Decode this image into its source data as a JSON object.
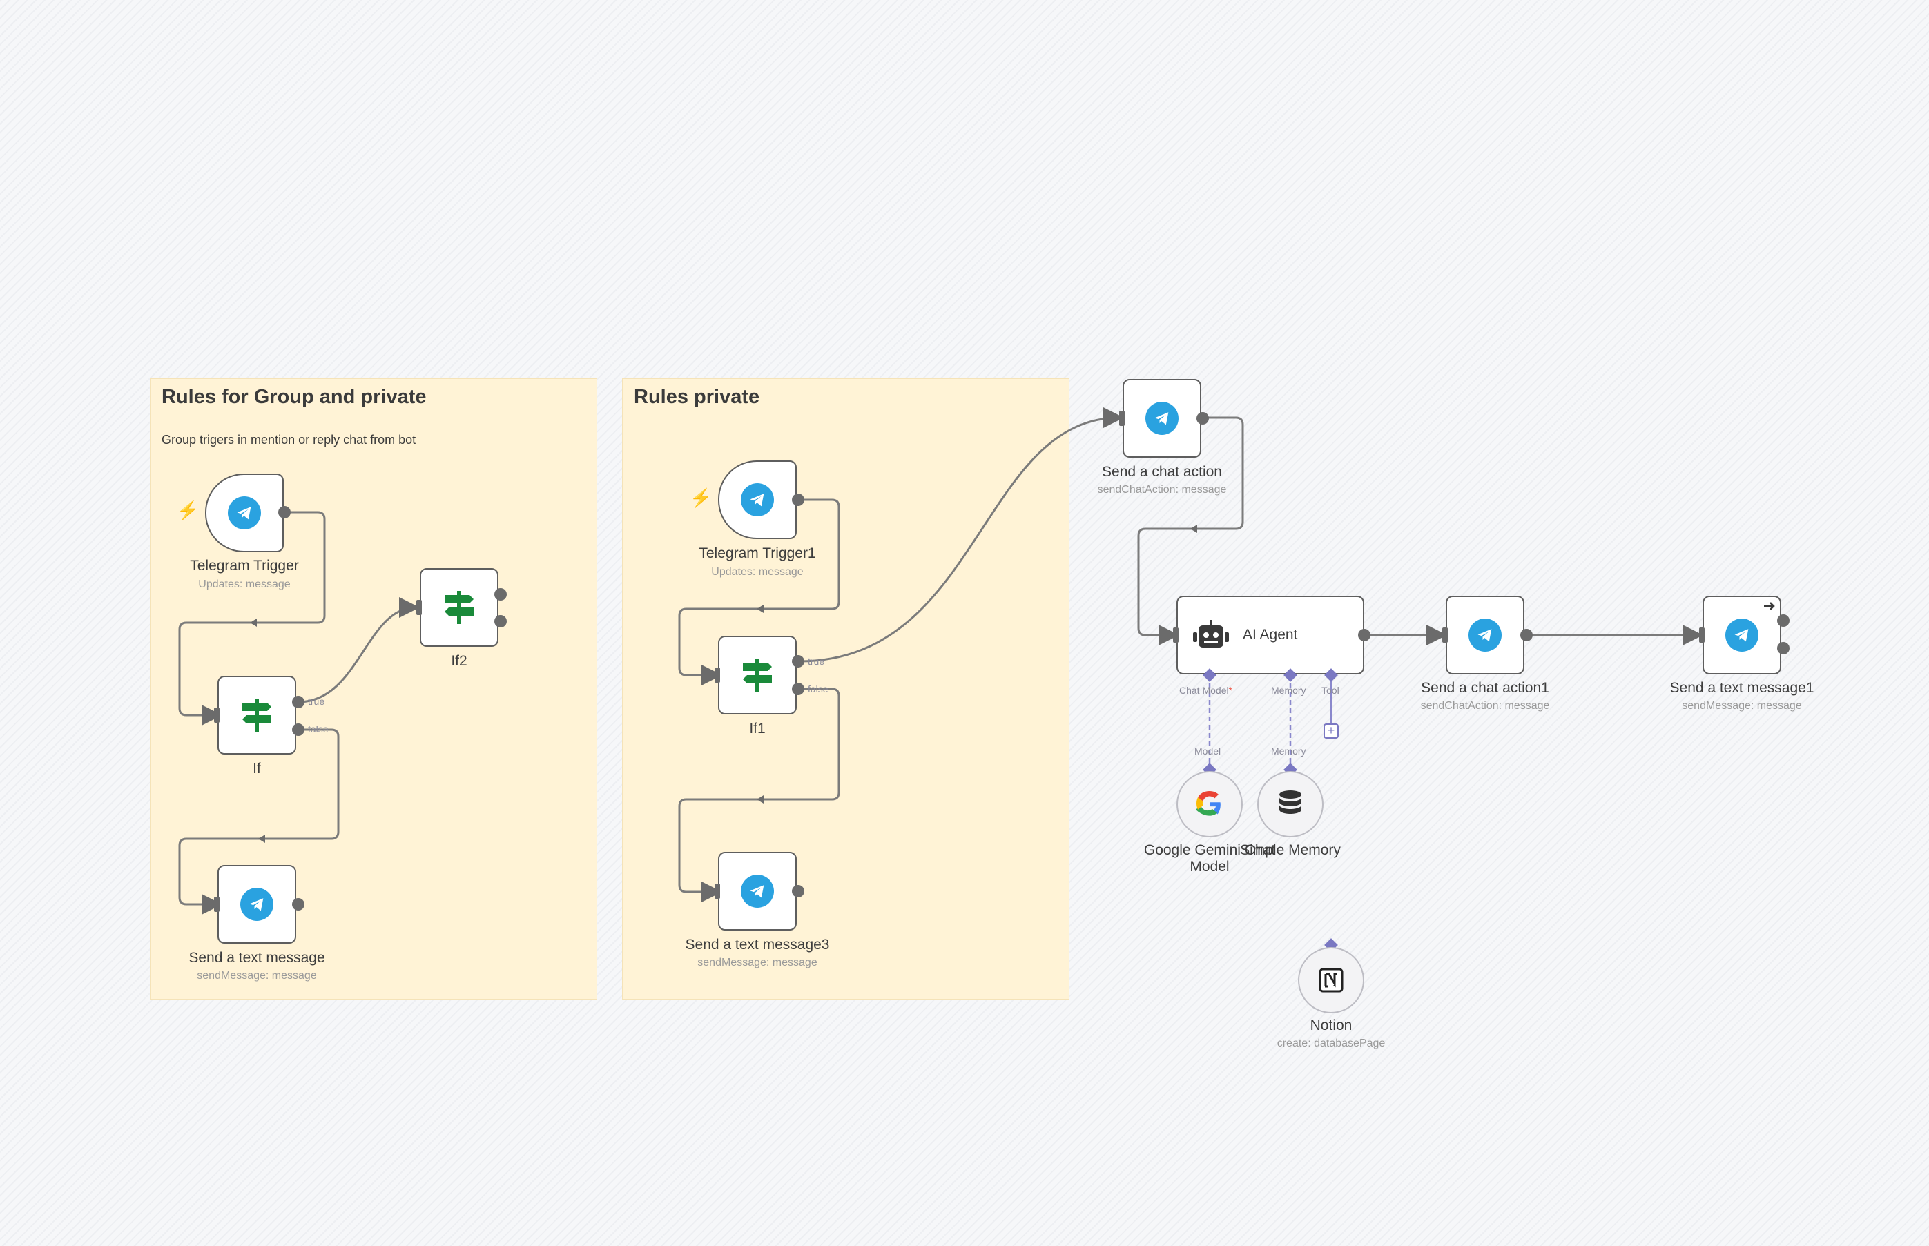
{
  "stickies": [
    {
      "title": "Rules for Group and private",
      "text": "Group trigers in mention or reply chat from bot"
    },
    {
      "title": "Rules private",
      "text": ""
    }
  ],
  "nodes": {
    "telegram_trigger": {
      "label": "Telegram Trigger",
      "sub": "Updates: message"
    },
    "if": {
      "label": "If"
    },
    "if2": {
      "label": "If2"
    },
    "send_text": {
      "label": "Send a text message",
      "sub": "sendMessage: message"
    },
    "telegram_trigger1": {
      "label": "Telegram Trigger1",
      "sub": "Updates: message"
    },
    "if1": {
      "label": "If1"
    },
    "send_text3": {
      "label": "Send a text message3",
      "sub": "sendMessage: message"
    },
    "chat_action": {
      "label": "Send a chat action",
      "sub": "sendChatAction: message"
    },
    "ai_agent": {
      "label": "AI Agent"
    },
    "chat_action1": {
      "label": "Send a chat action1",
      "sub": "sendChatAction: message"
    },
    "send_text1": {
      "label": "Send a text message1",
      "sub": "sendMessage: message"
    },
    "gemini": {
      "label": "Google Gemini Chat Model"
    },
    "memory": {
      "label": "Simple Memory"
    },
    "notion": {
      "label": "Notion",
      "sub": "create: databasePage"
    }
  },
  "branch_labels": {
    "true": "true",
    "false": "false"
  },
  "agent_ports": {
    "chat_model": "Chat Model",
    "chat_model_required": "*",
    "memory": "Memory",
    "tool": "Tool"
  },
  "sub_ports": {
    "model": "Model",
    "memory": "Memory"
  },
  "icons": {
    "telegram": "telegram-icon",
    "if": "signpost-icon",
    "agent": "robot-icon",
    "gemini": "google-icon",
    "memory": "database-icon",
    "notion": "notion-icon",
    "trigger": "bolt-icon"
  },
  "colors": {
    "sticky": "#fff3d6",
    "telegram": "#2aa2e0",
    "if": "#1a8a3a",
    "ai_port": "#7a78c2",
    "trigger_bolt": "#ee5a4b"
  }
}
